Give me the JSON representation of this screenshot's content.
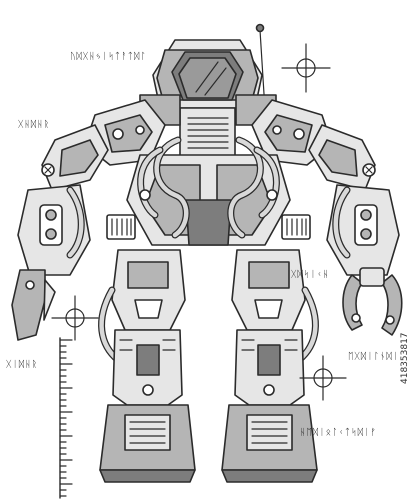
{
  "labels": {
    "top": "ᚢᛞᚷᚺᛃᛁᛋᛏᚨᛏᛞᛚ",
    "upper_left": "ᚷᚺᛞᚺᚱ",
    "mid_right": "ᚷᛞᛋᛁᚲᚺ",
    "lower_left": "ᚷᛁᛞᚺᚱ",
    "right": "ᛖᚷᛞᛁᛚᚾᛞᛁ",
    "bottom_right": "ᚺᛖᛞᛁᛟᛚᚲᛏᛋᛞᛁᚠ"
  },
  "stock_id": "418353817",
  "colors": {
    "outline": "#2b2b2b",
    "light": "#e6e6e6",
    "mid": "#b5b5b5",
    "dark": "#7d7d7d",
    "visor": "#9a9a9a",
    "white": "#ffffff"
  }
}
